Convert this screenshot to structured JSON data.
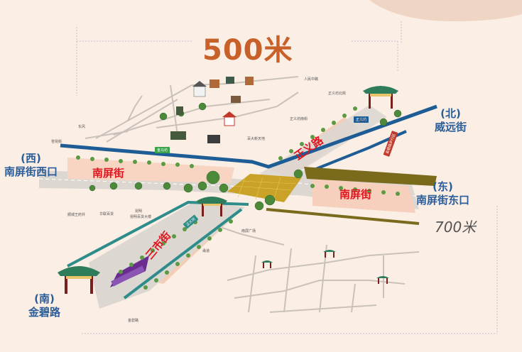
{
  "scale": {
    "top": "500米",
    "right": "700米"
  },
  "directions": {
    "north": {
      "tag": "(北)",
      "name": "威远街"
    },
    "west": {
      "tag": "(西)",
      "name": "南屏街西口"
    },
    "east": {
      "tag": "(东)",
      "name": "南屏街东口"
    },
    "south": {
      "tag": "(南)",
      "name": "金碧路"
    }
  },
  "streets": {
    "nanping_west": "南屏街",
    "nanping_east": "南屏街",
    "zhengyi": "正义路",
    "sanshi": "三市街"
  },
  "tags": {
    "jinma": "金马坊",
    "sanshi_gate": "正义坊",
    "zhengyi_gate": "正义坊",
    "red": "金碧路步行区"
  },
  "small_labels": {
    "renmin": "人民中路",
    "zhengyi_north": "正义坊北街",
    "zhengyi_south": "正义坊南街",
    "baida": "百大新天地",
    "cangxian": "苍昆街",
    "shops": "顺城王府井",
    "maoyi": "华联百货",
    "kunming": "昆明百货大楼",
    "kunming2": "昆明",
    "zheng": "正义",
    "dongfeng": "东风",
    "jinma_road": "金碧路",
    "guangchang": "南屏广场",
    "chengzhu": "甬道"
  },
  "colors": {
    "road_blue": "#1e5c96",
    "road_teal": "#2e8c8a",
    "road_olive": "#7a6a1c",
    "road_green": "#3aa24a",
    "label_red": "#e1141e",
    "label_blue": "#2a5d9a",
    "scale_orange": "#c8602a",
    "purple": "#6b2c92"
  }
}
